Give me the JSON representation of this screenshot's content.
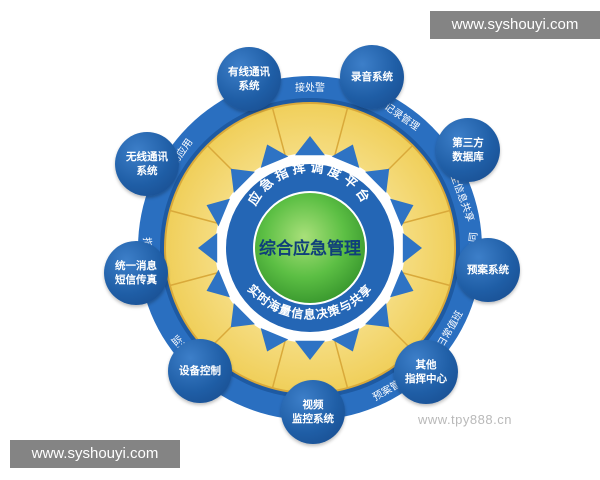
{
  "watermarks": {
    "top": "www.syshouyi.com",
    "bottom": "www.syshouyi.com",
    "site": "www.tpy888.cn"
  },
  "center": {
    "title": "综合应急管理",
    "upper_arc_text": "应急指挥调度平台",
    "lower_arc_text": "实时海量信息决策与共享"
  },
  "ring_labels": [
    "接处警",
    "记录管理",
    "安全信息共享",
    "应急资源协同",
    "日常值班",
    "预案管理",
    "通讯",
    "监测分析",
    "指挥与分析",
    "移动应用"
  ],
  "satellites": [
    "有线通讯\n系统",
    "录音系统",
    "第三方\n数据库",
    "预案系统",
    "其他\n指挥中心",
    "视频\n监控系统",
    "设备控制",
    "统一消息\n短信传真",
    "无线通讯\n系统"
  ],
  "colors": {
    "satellite_blue": "#1f5ea6",
    "ring_blue": "#2a6fc0",
    "yellow_band": "#f4d774",
    "arrow_blue": "#2e73c4",
    "center_green": "#4fb43e"
  }
}
